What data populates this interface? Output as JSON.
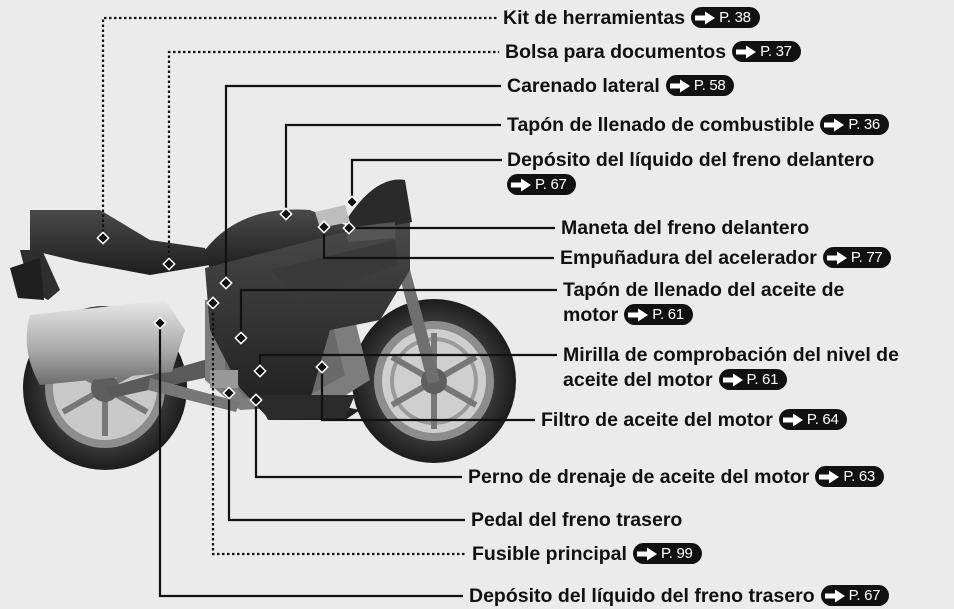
{
  "labels": [
    {
      "text": "Kit de herramientas",
      "ref": "P. 38"
    },
    {
      "text": "Bolsa para documentos",
      "ref": "P. 37"
    },
    {
      "text": "Carenado lateral",
      "ref": "P. 58"
    },
    {
      "text": "Tapón de llenado de combustible",
      "ref": "P. 36"
    },
    {
      "line1": "Depósito del líquido del freno delantero",
      "ref": "P. 67"
    },
    {
      "text": "Maneta del freno delantero"
    },
    {
      "text": "Empuñadura del acelerador",
      "ref": "P. 77"
    },
    {
      "line1": "Tapón de llenado del aceite de",
      "line2": "motor",
      "ref": "P. 61"
    },
    {
      "line1": "Mirilla de comprobación del nivel de",
      "line2": "aceite del motor",
      "ref": "P. 61"
    },
    {
      "text": "Filtro de aceite del motor",
      "ref": "P. 64"
    },
    {
      "text": "Perno de drenaje de aceite del motor",
      "ref": "P. 63"
    },
    {
      "text": "Pedal del freno trasero"
    },
    {
      "text": "Fusible principal",
      "ref": "P. 99"
    },
    {
      "text": "Depósito del líquido del freno trasero",
      "ref": "P. 67"
    }
  ],
  "colors": {
    "background": "#ebebeb",
    "text": "#111111",
    "ref_badge": "#111111",
    "motorcycle_body": "#2a2a2a",
    "motorcycle_parts": "#9a9a9a"
  },
  "icons": {
    "ref_arrow": "arrow-right-icon"
  }
}
